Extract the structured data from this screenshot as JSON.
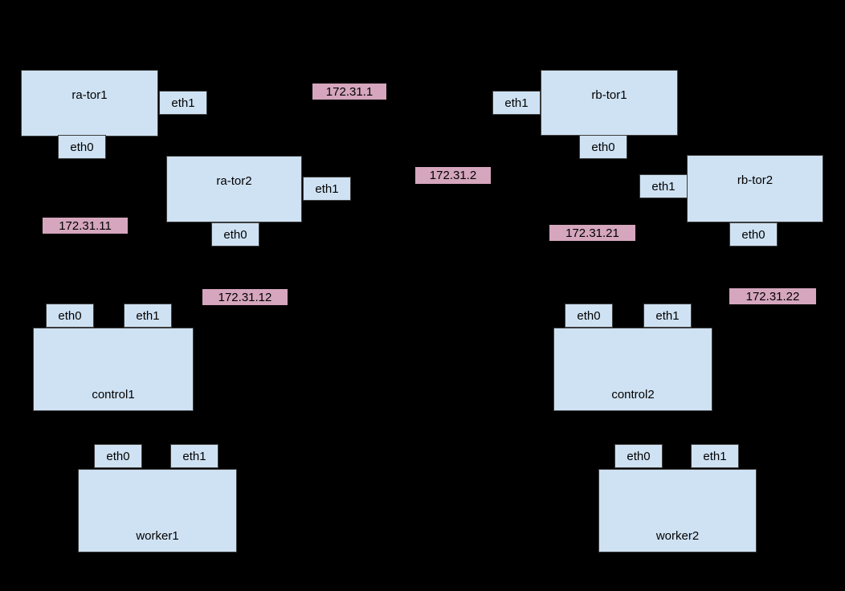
{
  "colors": {
    "background": "#000000",
    "node_fill": "#cfe2f3",
    "node_border": "#3c3c3c",
    "ip_label_fill": "#d5a6bd",
    "text": "#000000"
  },
  "nodes": {
    "ra_tor1": "ra-tor1",
    "ra_tor2": "ra-tor2",
    "rb_tor1": "rb-tor1",
    "rb_tor2": "rb-tor2",
    "control1": "control1",
    "control2": "control2",
    "worker1": "worker1",
    "worker2": "worker2"
  },
  "port_labels": {
    "eth0": "eth0",
    "eth1": "eth1"
  },
  "ip_labels": {
    "ip_1": "172.31.1",
    "ip_2": "172.31.2",
    "ip_11": "172.31.11",
    "ip_12": "172.31.12",
    "ip_21": "172.31.21",
    "ip_22": "172.31.22"
  }
}
